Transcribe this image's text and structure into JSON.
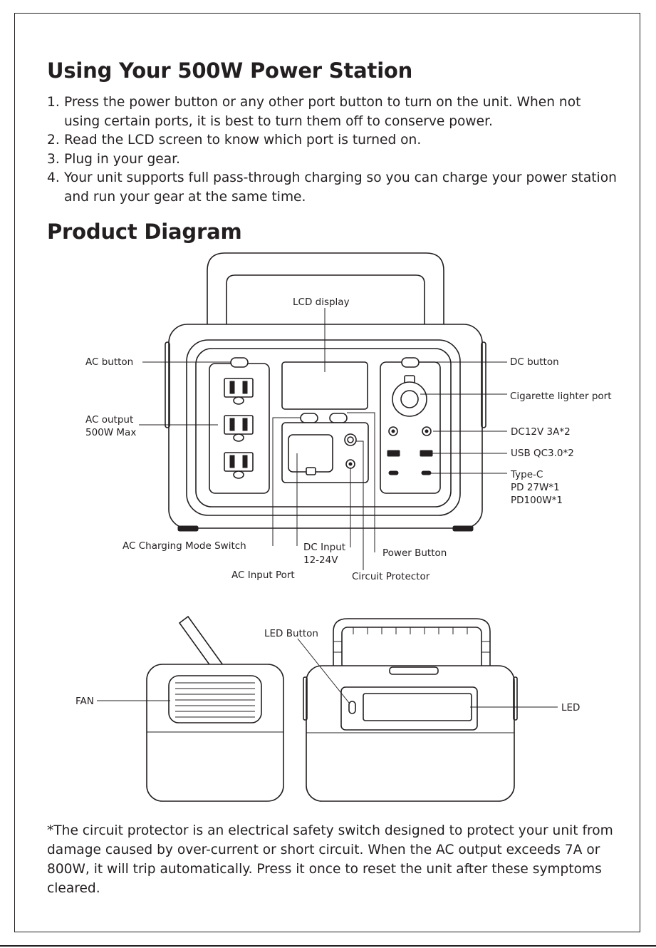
{
  "heading_using": "Using Your 500W Power Station",
  "steps": [
    {
      "num": "1.",
      "text": "Press the power button or any other port button to turn on the unit. When not using certain ports, it is best to turn them off to conserve power."
    },
    {
      "num": "2.",
      "text": "Read the LCD screen to know which port is turned on."
    },
    {
      "num": "3.",
      "text": "Plug in your gear."
    },
    {
      "num": "4.",
      "text": "Your unit supports full pass-through charging so you can charge your power station and run your gear at the same time."
    }
  ],
  "heading_diagram": "Product Diagram",
  "labels": {
    "lcd_display": "LCD display",
    "ac_button": "AC button",
    "ac_output_1": "AC output",
    "ac_output_2": "500W Max",
    "dc_button": "DC button",
    "cig_port": "Cigarette lighter port",
    "dc12v": "DC12V 3A*2",
    "usb_qc": "USB QC3.0*2",
    "type_c_1": "Type-C",
    "type_c_2": "PD 27W*1",
    "type_c_3": "PD100W*1",
    "ac_charging_mode": "AC Charging Mode Switch",
    "dc_input_1": "DC Input",
    "dc_input_2": "12-24V",
    "power_button": "Power Button",
    "ac_input_port": "AC Input Port",
    "circuit_protector": "Circuit Protector",
    "led_button": "LED Button",
    "fan": "FAN",
    "led": "LED"
  },
  "footnote": "*The circuit protector is an electrical safety switch designed to protect your unit from damage caused by over-current or short circuit. When the AC output exceeds 7A or 800W, it will trip automatically. Press it once to reset the unit after these symptoms cleared."
}
